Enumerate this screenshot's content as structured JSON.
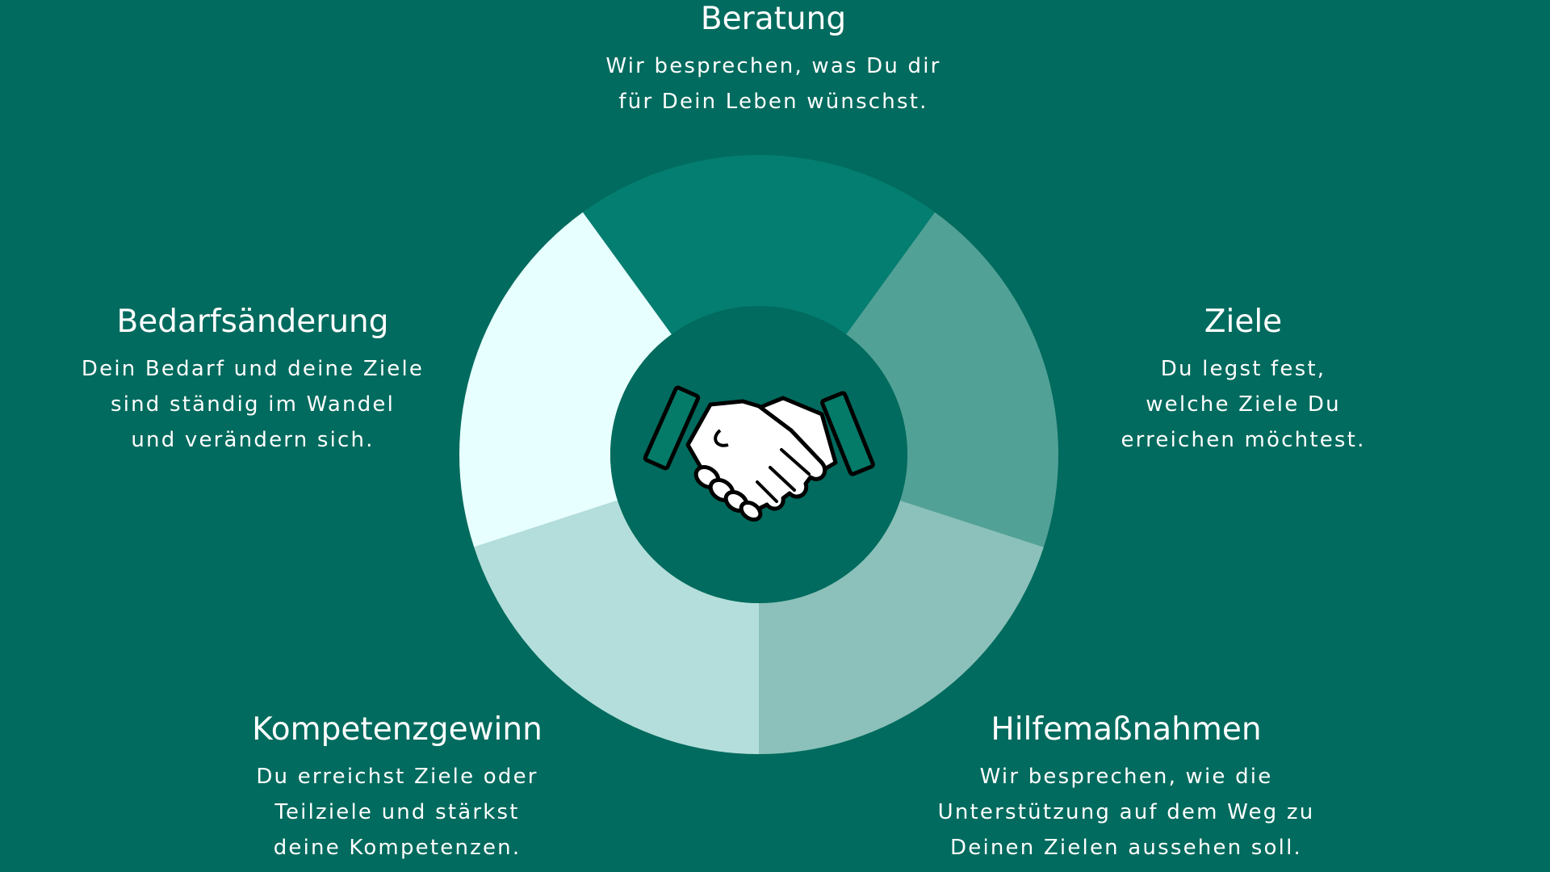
{
  "colors": {
    "background": "#006b5e",
    "center": "#006b5e",
    "handshake_cuffs": "#047a68"
  },
  "center_icon": "handshake-icon",
  "steps": [
    {
      "key": "beratung",
      "title": "Beratung",
      "description": "Wir besprechen, was Du dir\nfür Dein Leben wünschst.",
      "segment_color": "#047e70"
    },
    {
      "key": "ziele",
      "title": "Ziele",
      "description": "Du legst fest,\nwelche Ziele Du\nerreichen möchtest.",
      "segment_color": "#52a196"
    },
    {
      "key": "hilfe",
      "title": "Hilfemaßnahmen",
      "description": "Wir besprechen, wie die\nUnterstützung auf dem Weg zu\nDeinen Zielen aussehen soll.",
      "segment_color": "#8bc1ba"
    },
    {
      "key": "kompetenz",
      "title": "Kompetenzgewinn",
      "description": "Du erreichst Ziele oder\nTeilziele und stärkst\ndeine Kompetenzen.",
      "segment_color": "#b4dedb"
    },
    {
      "key": "bedarf",
      "title": "Bedarfsänderung",
      "description": "Dein Bedarf und deine Ziele\nsind ständig im Wandel\nund verändern sich.",
      "segment_color": "#e7fffe"
    }
  ]
}
